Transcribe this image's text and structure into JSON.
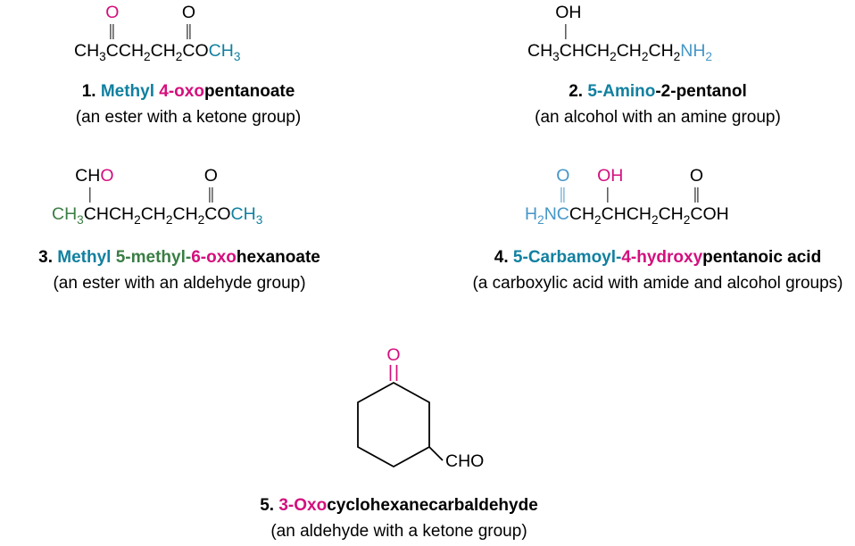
{
  "colors": {
    "black": "#000000",
    "teal": "#1180a0",
    "blue": "#4596c7",
    "magenta": "#d40f7d",
    "green": "#3a7d44"
  },
  "compounds": [
    {
      "number": "1.",
      "formula": [
        {
          "t": "CH",
          "sub": "3"
        },
        {
          "t": "C",
          "above": {
            "parts": [
              {
                "t": "O",
                "color": "magenta"
              }
            ],
            "bond": "double",
            "bondColor": "black"
          }
        },
        {
          "t": "CH",
          "sub": "2"
        },
        {
          "t": "CH",
          "sub": "2"
        },
        {
          "t": "C",
          "above": {
            "parts": [
              {
                "t": "O",
                "color": "black"
              }
            ],
            "bond": "double",
            "bondColor": "black"
          }
        },
        {
          "t": "O"
        },
        {
          "t": "CH",
          "sub": "3",
          "color": "teal"
        }
      ],
      "name_parts": [
        {
          "t": "1. ",
          "color": "black"
        },
        {
          "t": "Methyl ",
          "color": "teal"
        },
        {
          "t": "4-oxo",
          "color": "magenta"
        },
        {
          "t": "pentanoate",
          "color": "black"
        }
      ],
      "description": "(an ester with a ketone group)"
    },
    {
      "number": "2.",
      "formula": [
        {
          "t": "CH",
          "sub": "3"
        },
        {
          "t": "C",
          "above": {
            "parts": [
              {
                "t": "OH",
                "color": "black"
              }
            ],
            "bond": "single",
            "bondColor": "black",
            "shift": 6
          }
        },
        {
          "t": "H"
        },
        {
          "t": "CH",
          "sub": "2"
        },
        {
          "t": "CH",
          "sub": "2"
        },
        {
          "t": "CH",
          "sub": "2"
        },
        {
          "t": "NH",
          "sub": "2",
          "color": "blue"
        }
      ],
      "name_parts": [
        {
          "t": "2. ",
          "color": "black"
        },
        {
          "t": "5-Amino",
          "color": "teal"
        },
        {
          "t": "-2-pentanol",
          "color": "black"
        }
      ],
      "description": "(an alcohol with an amine group)"
    },
    {
      "number": "3.",
      "formula": [
        {
          "t": "CH",
          "sub": "3",
          "color": "green"
        },
        {
          "t": "C",
          "above": {
            "parts": [
              {
                "t": "CH",
                "color": "black"
              },
              {
                "t": "O",
                "color": "magenta"
              }
            ],
            "bond": "single",
            "bondColor": "black",
            "shift": 10
          }
        },
        {
          "t": "H"
        },
        {
          "t": "CH",
          "sub": "2"
        },
        {
          "t": "CH",
          "sub": "2"
        },
        {
          "t": "CH",
          "sub": "2"
        },
        {
          "t": "C",
          "above": {
            "parts": [
              {
                "t": "O",
                "color": "black"
              }
            ],
            "bond": "double",
            "bondColor": "black"
          }
        },
        {
          "t": "O"
        },
        {
          "t": "CH",
          "sub": "3",
          "color": "teal"
        }
      ],
      "name_parts": [
        {
          "t": "3. ",
          "color": "black"
        },
        {
          "t": "Methyl ",
          "color": "teal"
        },
        {
          "t": "5-methyl-",
          "color": "green"
        },
        {
          "t": "6-oxo",
          "color": "magenta"
        },
        {
          "t": "hexanoate",
          "color": "black"
        }
      ],
      "description": "(an ester with an aldehyde group)"
    },
    {
      "number": "4.",
      "formula": [
        {
          "t": "H",
          "sub": "2",
          "color": "blue"
        },
        {
          "t": "N",
          "color": "blue"
        },
        {
          "t": "C",
          "color": "blue",
          "above": {
            "parts": [
              {
                "t": "O",
                "color": "blue"
              }
            ],
            "bond": "double",
            "bondColor": "blue"
          }
        },
        {
          "t": "CH",
          "sub": "2"
        },
        {
          "t": "C",
          "above": {
            "parts": [
              {
                "t": "OH",
                "color": "magenta"
              }
            ],
            "bond": "single",
            "bondColor": "black",
            "shift": 6
          }
        },
        {
          "t": "H"
        },
        {
          "t": "CH",
          "sub": "2"
        },
        {
          "t": "CH",
          "sub": "2"
        },
        {
          "t": "C",
          "above": {
            "parts": [
              {
                "t": "O",
                "color": "black"
              }
            ],
            "bond": "double",
            "bondColor": "black"
          }
        },
        {
          "t": "OH"
        }
      ],
      "name_parts": [
        {
          "t": "4. ",
          "color": "black"
        },
        {
          "t": "5-Carbamoyl-",
          "color": "teal"
        },
        {
          "t": "4-hydroxy",
          "color": "magenta"
        },
        {
          "t": "pentanoic acid",
          "color": "black"
        }
      ],
      "description": "(a carboxylic acid with amide and alcohol groups)"
    },
    {
      "number": "5.",
      "ring": {
        "oxygen_label": "O",
        "cho_label": "CHO"
      },
      "name_parts": [
        {
          "t": "5. ",
          "color": "black"
        },
        {
          "t": "3-Oxo",
          "color": "magenta"
        },
        {
          "t": "cyclohexanecarbaldehyde",
          "color": "black"
        }
      ],
      "description": "(an aldehyde with a ketone group)"
    }
  ]
}
